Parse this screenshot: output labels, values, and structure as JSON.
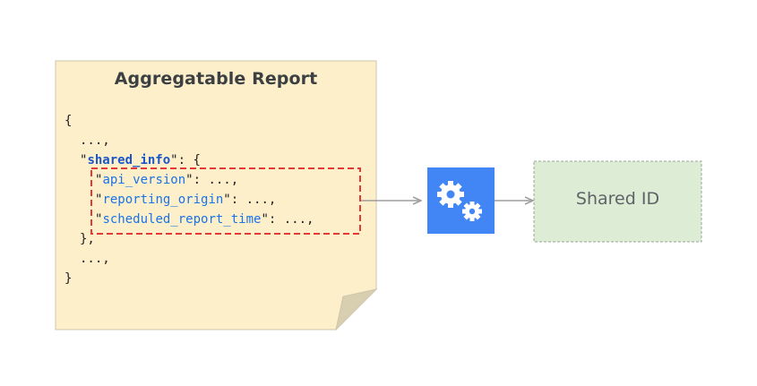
{
  "report": {
    "title": "Aggregatable Report",
    "code": {
      "open_brace": "{",
      "ellipsis_line_1": "...,",
      "shared_info_key": "shared_info",
      "shared_info_open": ": {",
      "fields": [
        {
          "key": "api_version",
          "suffix": ": ...,"
        },
        {
          "key": "reporting_origin",
          "suffix": ": ...,"
        },
        {
          "key": "scheduled_report_time",
          "suffix": ": ...,"
        }
      ],
      "inner_close": "},",
      "ellipsis_line_2": "...,",
      "close_brace": "}"
    }
  },
  "processor": {
    "icon": "gears-icon"
  },
  "output": {
    "label": "Shared ID"
  },
  "colors": {
    "note_fill": "#fdefc9",
    "note_border": "#cfc5ac",
    "note_fold": "#d8cfb0",
    "highlight_dash": "#e53935",
    "processor_fill": "#4285f4",
    "output_fill": "#dcecd5",
    "output_border": "#9aa59a",
    "arrow": "#9e9e9e"
  }
}
